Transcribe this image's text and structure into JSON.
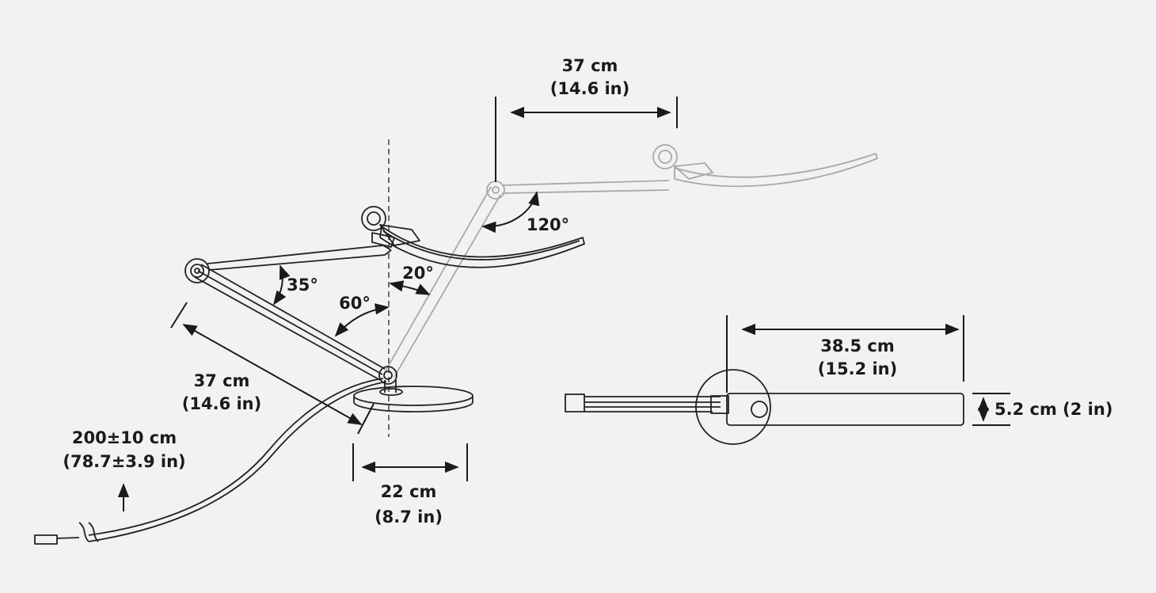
{
  "diagram": {
    "reach_label_cm": "37 cm",
    "reach_label_in": "(14.6 in)",
    "angle_120": "120°",
    "angle_20": "20°",
    "angle_35": "35°",
    "angle_60": "60°",
    "arm_label_cm": "37 cm",
    "arm_label_in": "(14.6 in)",
    "cable_label_cm": "200±10 cm",
    "cable_label_in": "(78.7±3.9 in)",
    "base_label_cm": "22 cm",
    "base_label_in": "(8.7 in)",
    "head_len_cm": "38.5 cm",
    "head_len_in": "(15.2 in)",
    "head_width": "5.2 cm (2 in)"
  },
  "colors": {
    "background": "#f2f2f2",
    "line": "#1a1a1a",
    "ghost": "#a8a8a8"
  }
}
